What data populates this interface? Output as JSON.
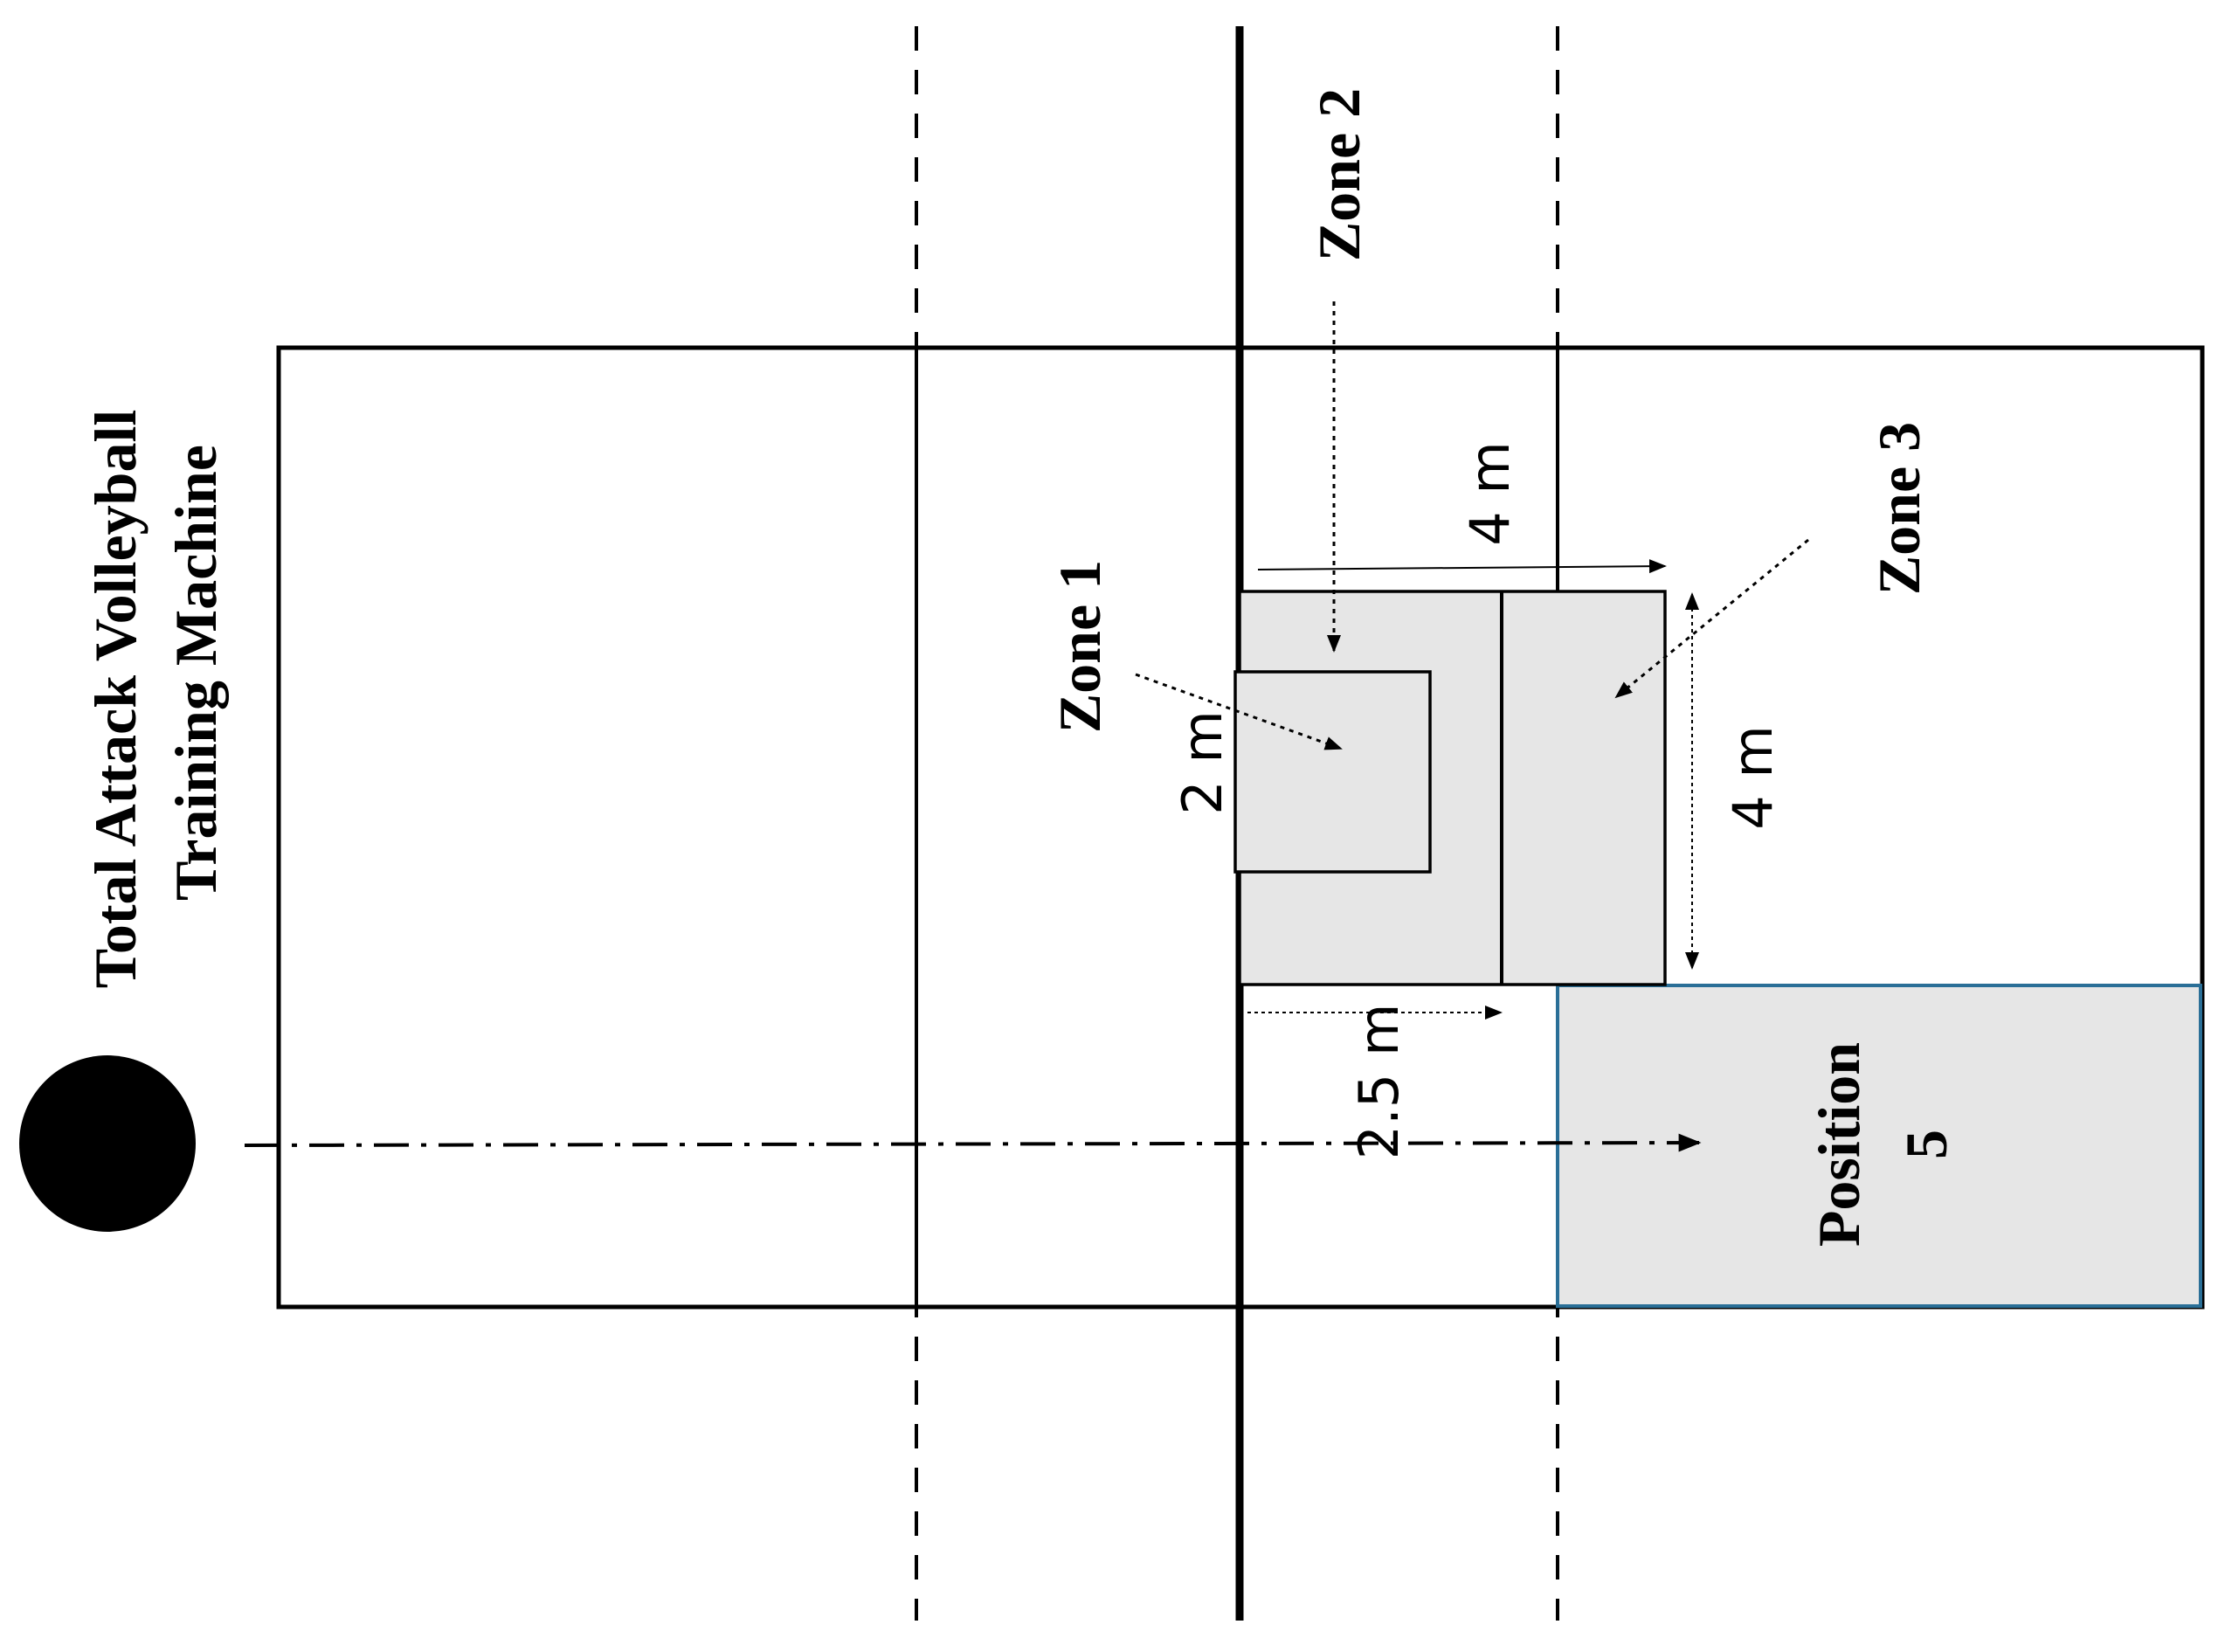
{
  "machine": {
    "label_line1": "Total Attack Volleyball",
    "label_line2": "Training Machine"
  },
  "zones": {
    "zone1": "Zone 1",
    "zone2": "Zone 2",
    "zone3": "Zone 3"
  },
  "position": {
    "line1": "Position",
    "line2": "5"
  },
  "dimensions": {
    "zone1_size": "2 m",
    "top_width": "4 m",
    "right_height": "4 m",
    "bottom_width": "2.5 m"
  },
  "colors": {
    "zone_fill": "#e6e6e6",
    "position_border": "#2a6f97"
  }
}
